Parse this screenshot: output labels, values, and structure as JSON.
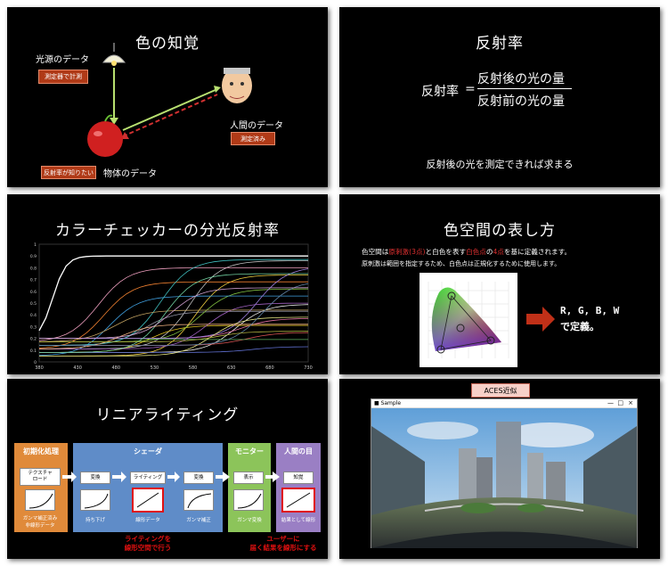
{
  "slide1": {
    "title": "色の知覚",
    "light_label": "光源のデータ",
    "light_box": "測定器で計測",
    "human_label": "人間のデータ",
    "human_box": "測定済み",
    "object_box": "反射率が知りたい",
    "object_label": "物体のデータ"
  },
  "slide2": {
    "title": "反射率",
    "lhs": "反射率",
    "eq": "=",
    "numerator": "反射後の光の量",
    "denominator": "反射前の光の量",
    "note": "反射後の光を測定できれば求まる"
  },
  "slide3": {
    "title": "カラーチェッカーの分光反射率",
    "x_ticks": [
      "380",
      "430",
      "480",
      "530",
      "580",
      "630",
      "680",
      "730"
    ],
    "y_ticks": [
      "0",
      "0.1",
      "0.2",
      "0.3",
      "0.4",
      "0.5",
      "0.6",
      "0.7",
      "0.8",
      "0.9",
      "1"
    ],
    "series_colors": [
      "#ffffff",
      "#e8e8e8",
      "#c0c0c0",
      "#9090a0",
      "#f0a0c0",
      "#e070a0",
      "#f2d040",
      "#e0c020",
      "#f08030",
      "#d05050",
      "#80c040",
      "#60b060",
      "#40a0e0",
      "#6070d0",
      "#a060c0",
      "#40c0c0",
      "#c0a060",
      "#a080e0",
      "#e0e080",
      "#70d0a0",
      "#f0b080",
      "#6080a0",
      "#b0b040",
      "#d0a0d0"
    ]
  },
  "slide4": {
    "title": "色空間の表し方",
    "line1_a": "色空間は",
    "line1_b": "原刺激(3点)",
    "line1_c": "と白色を表す",
    "line1_d": "白色点",
    "line1_e": "の",
    "line1_f": "4点",
    "line1_g": "を基に定義されます。",
    "line2": "原刺激は範囲を指定するため、白色点は正規化するために使用します。",
    "rgbw_line1": "R, G, B, W",
    "rgbw_line2": "で定義。"
  },
  "slide5": {
    "title": "リニアライティング",
    "sections": {
      "pre": "初期化処理",
      "shader": "シェーダ",
      "monitor": "モニター",
      "eye": "人間の目"
    },
    "boxes": {
      "texture": "テクスチャ\nロード",
      "convert1": "変換",
      "lighting": "ライティング",
      "convert2": "変換",
      "display": "表示",
      "perceive": "知覚"
    },
    "captions": {
      "gamma_linear": "ガンマ補正済み\n非線形データ",
      "lift": "持ち下げ",
      "linear": "線形データ",
      "gamma_fix": "ガンマ補正",
      "gamma_conv": "ガンマ変換",
      "result": "結果として線形"
    },
    "red_note1": "ライティングを\n線形空間で行う",
    "red_note2": "ユーザーに\n届く結果を線形にする"
  },
  "slide6": {
    "window_title": "ACES近似",
    "app_title": "■ Sample",
    "controls": [
      "—",
      "□",
      "×"
    ]
  }
}
